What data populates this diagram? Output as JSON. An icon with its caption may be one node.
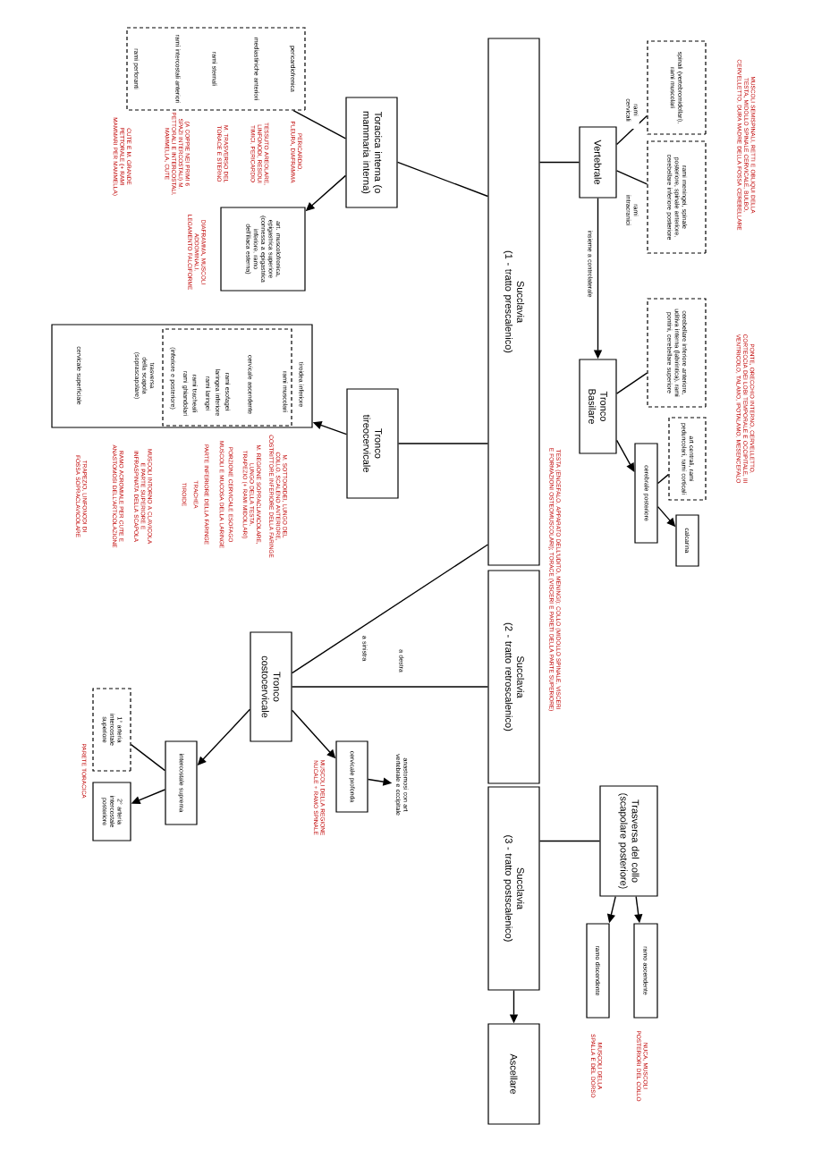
{
  "diagram": {
    "nodes": [
      {
        "text": [
          "Succlavia",
          "(1 - tratto prescalenico)"
        ]
      },
      {
        "text": [
          "Vertebrale"
        ]
      },
      {
        "text": [
          "spinali (vertebromidollari), rami muscolari"
        ]
      },
      {
        "text": [
          "rami meningei, spinale posteriore, spinale anteriore, cerebellare inferiore posteriore"
        ]
      },
      {
        "text": [
          "Tronco Basilare"
        ]
      },
      {
        "text": [
          "cerebellare inferiore anteriore, uditiva interna (labirintica), rami pontini, cerebellare superiore"
        ]
      },
      {
        "text": [
          "art centrali, rami peduncolari, rami corticali"
        ]
      },
      {
        "text": [
          "cerebrale posteriore"
        ]
      },
      {
        "text": [
          "calcarina"
        ]
      },
      {
        "text": [
          "Toracica interna (o mammaria interna)"
        ]
      },
      {
        "text": [
          "pericardiofrenica",
          "mediastiniche anteriori",
          "rami sternali",
          "rami intercostali anteriori",
          "rami perforanti"
        ]
      },
      {
        "text": [
          "art. muscolofrenica, epigastrica superiore (connessa a epigastrica inferiore, ramo dell'iliaca esterna)"
        ]
      },
      {
        "text": [
          "Tronco tireocervicale"
        ]
      },
      {
        "text": [
          "tiroidea inferiore",
          "trasversa della scapola (soprascapolare)",
          "cervicale superficiale"
        ]
      },
      {
        "text": [
          "rami muscolari",
          "cervicale ascendente",
          "rami esofagei",
          "laringea inferiore",
          "rami laringei",
          "rami tracheali",
          "rami ghiandolari",
          "(inferiore e posteriore)"
        ],
        "in": 13
      },
      {
        "text": [
          "Succlavia",
          "(2 - tratto retroscalenico)"
        ]
      },
      {
        "text": [
          "Tronco costocervicale"
        ]
      },
      {
        "text": [
          "intercostale suprema"
        ]
      },
      {
        "text": [
          "1° arteria intercostale superiore"
        ]
      },
      {
        "text": [
          "2° arteria intercostale posteriore"
        ]
      },
      {
        "text": [
          "cervicale profonda"
        ]
      },
      {
        "text": [
          "Succlavia",
          "(3 - tratto postscalenico)"
        ]
      },
      {
        "text": [
          "Trasversa del collo (scapolare posteriore)"
        ]
      },
      {
        "text": [
          "ramo ascendente"
        ]
      },
      {
        "text": [
          "ramo discendente"
        ]
      },
      {
        "text": [
          "Ascellare"
        ]
      },
      {
        "text": [
          "anastomosi con art vertebrale e occipitale"
        ]
      }
    ],
    "edges": [
      {
        "from": 0,
        "to": 1,
        "arrow": "none"
      },
      {
        "from": 1,
        "to": 2,
        "arrow": "none",
        "label": "rami cervicali"
      },
      {
        "from": 1,
        "to": 3,
        "arrow": "none",
        "label": "rami intracranici"
      },
      {
        "from": 1,
        "to": 4,
        "arrow": "to",
        "label": "insieme a controlaterale"
      },
      {
        "from": 4,
        "to": 5,
        "arrow": "none"
      },
      {
        "from": 4,
        "to": 7,
        "arrow": "to"
      },
      {
        "from": 7,
        "to": 6,
        "arrow": "none"
      },
      {
        "from": 7,
        "to": 8,
        "arrow": "to"
      },
      {
        "from": 0,
        "to": 9,
        "arrow": "none"
      },
      {
        "from": 9,
        "to": 10,
        "arrow": "none"
      },
      {
        "from": 9,
        "to": 11,
        "arrow": "to"
      },
      {
        "from": 0,
        "to": 12,
        "arrow": "none"
      },
      {
        "from": 12,
        "to": 13,
        "arrow": "to"
      },
      {
        "from": 0,
        "to": 16,
        "arrow": "none",
        "label": "a sinistra"
      },
      {
        "from": 15,
        "to": 16,
        "arrow": "none",
        "label": "a destra"
      },
      {
        "from": 16,
        "to": 17,
        "arrow": "to"
      },
      {
        "from": 16,
        "to": 20,
        "arrow": "to"
      },
      {
        "from": 20,
        "to": 26,
        "arrow": "to"
      },
      {
        "from": 17,
        "to": 18,
        "arrow": "none"
      },
      {
        "from": 17,
        "to": 19,
        "arrow": "to"
      },
      {
        "from": 21,
        "to": 22,
        "arrow": "none"
      },
      {
        "from": 22,
        "to": 23,
        "arrow": "to"
      },
      {
        "from": 22,
        "to": 24,
        "arrow": "to"
      },
      {
        "from": 21,
        "to": 25,
        "arrow": "to"
      }
    ],
    "labels": [
      "MUSCOLI SEMISPINALI, RETTI E OBLIQUI DELLA TESTA, MIDOLLO SPINALE CERVICALE, BULBO, CERVELLETTO, DURA MADRE DELLA FOSSA CEREBELLARE",
      "PONTE, ORECCHIO INTERNO, CERVELLETTO, CORTECCIA DEI LOBI TEMPORALE E OCCIPITALE, III VENTRICOLO, TALAMO, IPOTALAMO, MESENCEFALO",
      "TESTA (ENCEFALO, APPARATO DELL'UDITO, MENINGI); COLLO (MIDOLLO SPINALE, VISCERI E FORMAZIONI OSTEOMUSCOLARI); TORACE (VISCERI E PARETI DELLA PARTE SUPERIORE)",
      "PERICARDIO, PLEURA, DIAFRAMMA",
      "TESSUTO AREOLARE, LINFONODI, RESIDUI TIMICI, PERICARDIO",
      "M. TRASVERSO DEL TORACE E STERNO",
      "(A COPPIE NEI PRIMI 6 SPAZI INTERCOSTALI) M. PETTORALI E INTERCOSTALI, MAMMELLA, CUTE",
      "CUTE E M. GRANDE PETTORALE (+ RAMI MAMMARI PER MAMMELLA)",
      "DIAFRAMMA, MUSCOLI ADDOMINALI, LEGAMENTO FALCIFORME",
      "M. SOTTOIOIDEI, LUNGO DEL COLLO, SCALENO ANTERIORE, COSTRITTORE INFERIORE DELLA FARINGE",
      "M. REGIONE SOPRACLAVICOLARE, LUNGO DELLA TESTA, TRAPEZIO (+ RAMI MIDOLLARI)",
      "PORZIONE CERVICALE ESOFAGO",
      "MUSCOLI E MUCOSA DELLA LARINGE",
      "PARTE INFERIORE DELLA FARINGE",
      "TRACHEA",
      "TIROIDE",
      "MUSCOLI INTORNO A CLAVICOLA E PARTE SUPERIORE E INFRASPINATA DELLA SCAPOLA",
      "RAMO ACROMIALE PER CUTE E ANASTOMOSI DELL'ARTICOLAZIONE",
      "TRAPEZIO, LINFONODI DI FOSSA SOPRACLAVICOLARE",
      "PARETE TORACICA",
      "MUSCOLI DELLA REGIONE NUCALE + RAMO SPINALE",
      "NUCA, MUSCOLI POSTERIORI DEL COLLO",
      "MUSCOLI DELLA SPALLA E DEL DORSO"
    ]
  }
}
